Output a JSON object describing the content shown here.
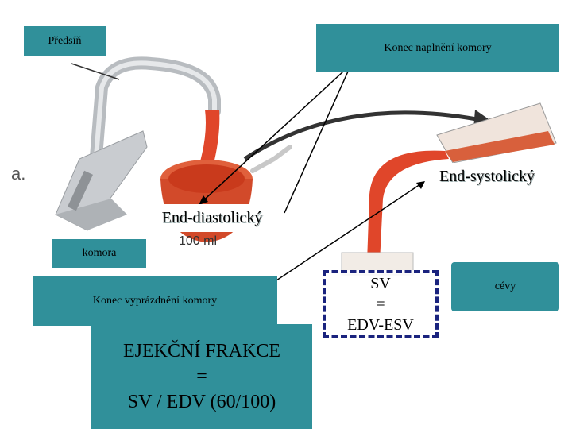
{
  "labels": {
    "predsin": "Předsíň",
    "konec_naplneni": "Konec naplnění komory",
    "end_systolic": "End-systolický",
    "end_diastolic": "End-diastolický",
    "komora": "komora",
    "konec_vyprazdneni": "Konec vyprázdnění komory",
    "ejekcni": [
      "EJEKČNÍ FRAKCE",
      "=",
      "SV / EDV (60/100)"
    ],
    "sv": [
      "SV",
      "=",
      "EDV-ESV"
    ],
    "cevy": "cévy"
  },
  "illustration": {
    "panel_letter": "a.",
    "volume_mark": "100 ml"
  },
  "colors": {
    "teal": "#30909a",
    "liquid": "#e0462a",
    "dashed_border": "#1a237e"
  }
}
